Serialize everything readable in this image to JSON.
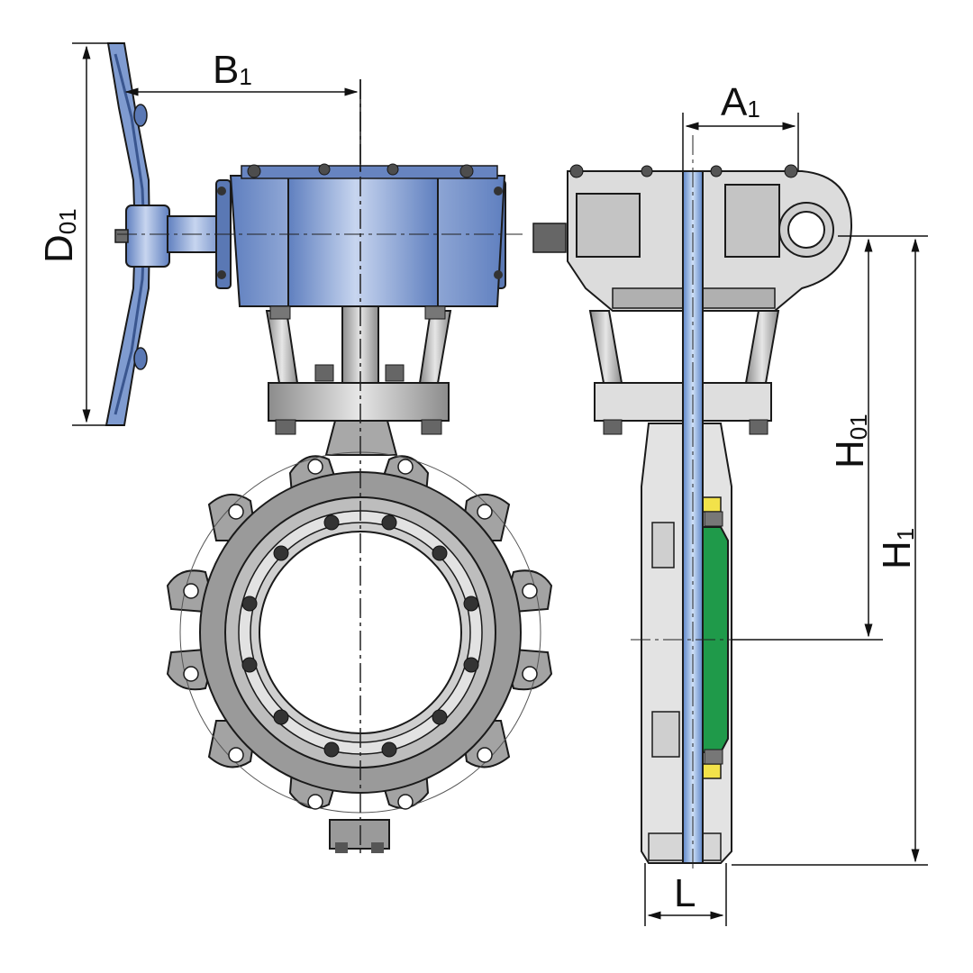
{
  "labels": {
    "d01_main": "D",
    "d01_sub": "01",
    "b1_main": "B",
    "b1_sub": "1",
    "a1_main": "A",
    "a1_sub": "1",
    "h01_main": "H",
    "h01_sub": "01",
    "h1_main": "H",
    "h1_sub": "1",
    "l_main": "L"
  },
  "colors": {
    "gearbox_blue": "#8fa8d6",
    "gearbox_dark": "#5a78b4",
    "body_grey": "#9a9a9a",
    "body_light": "#d6d6d6",
    "seal_green": "#1f9a4a",
    "seal_yellow": "#f2e24a",
    "shaft_blue": "#8fb0e0",
    "line": "#1a1a1a"
  }
}
